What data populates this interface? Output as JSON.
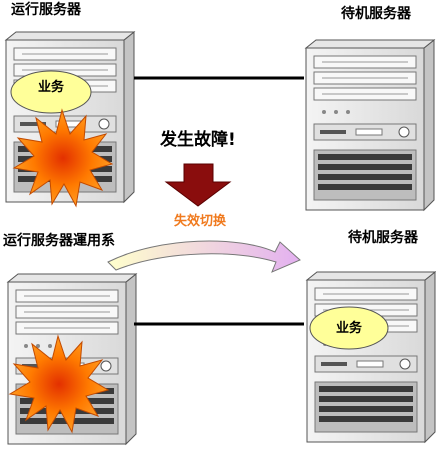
{
  "labels": {
    "top_active": "运行服务器",
    "top_standby": "待机服务器",
    "fault": "发生故障!",
    "failover": "失效切换",
    "bottom_active": "运行服务器運用系",
    "bottom_standby": "待机服务器"
  },
  "business": {
    "top": "业务",
    "bottom": "业务"
  },
  "colors": {
    "failover": "#f07a1e",
    "fault_arrow": "#8a0d0d",
    "business_bubble": "#ffff99",
    "explosion": "#ff7a00"
  }
}
